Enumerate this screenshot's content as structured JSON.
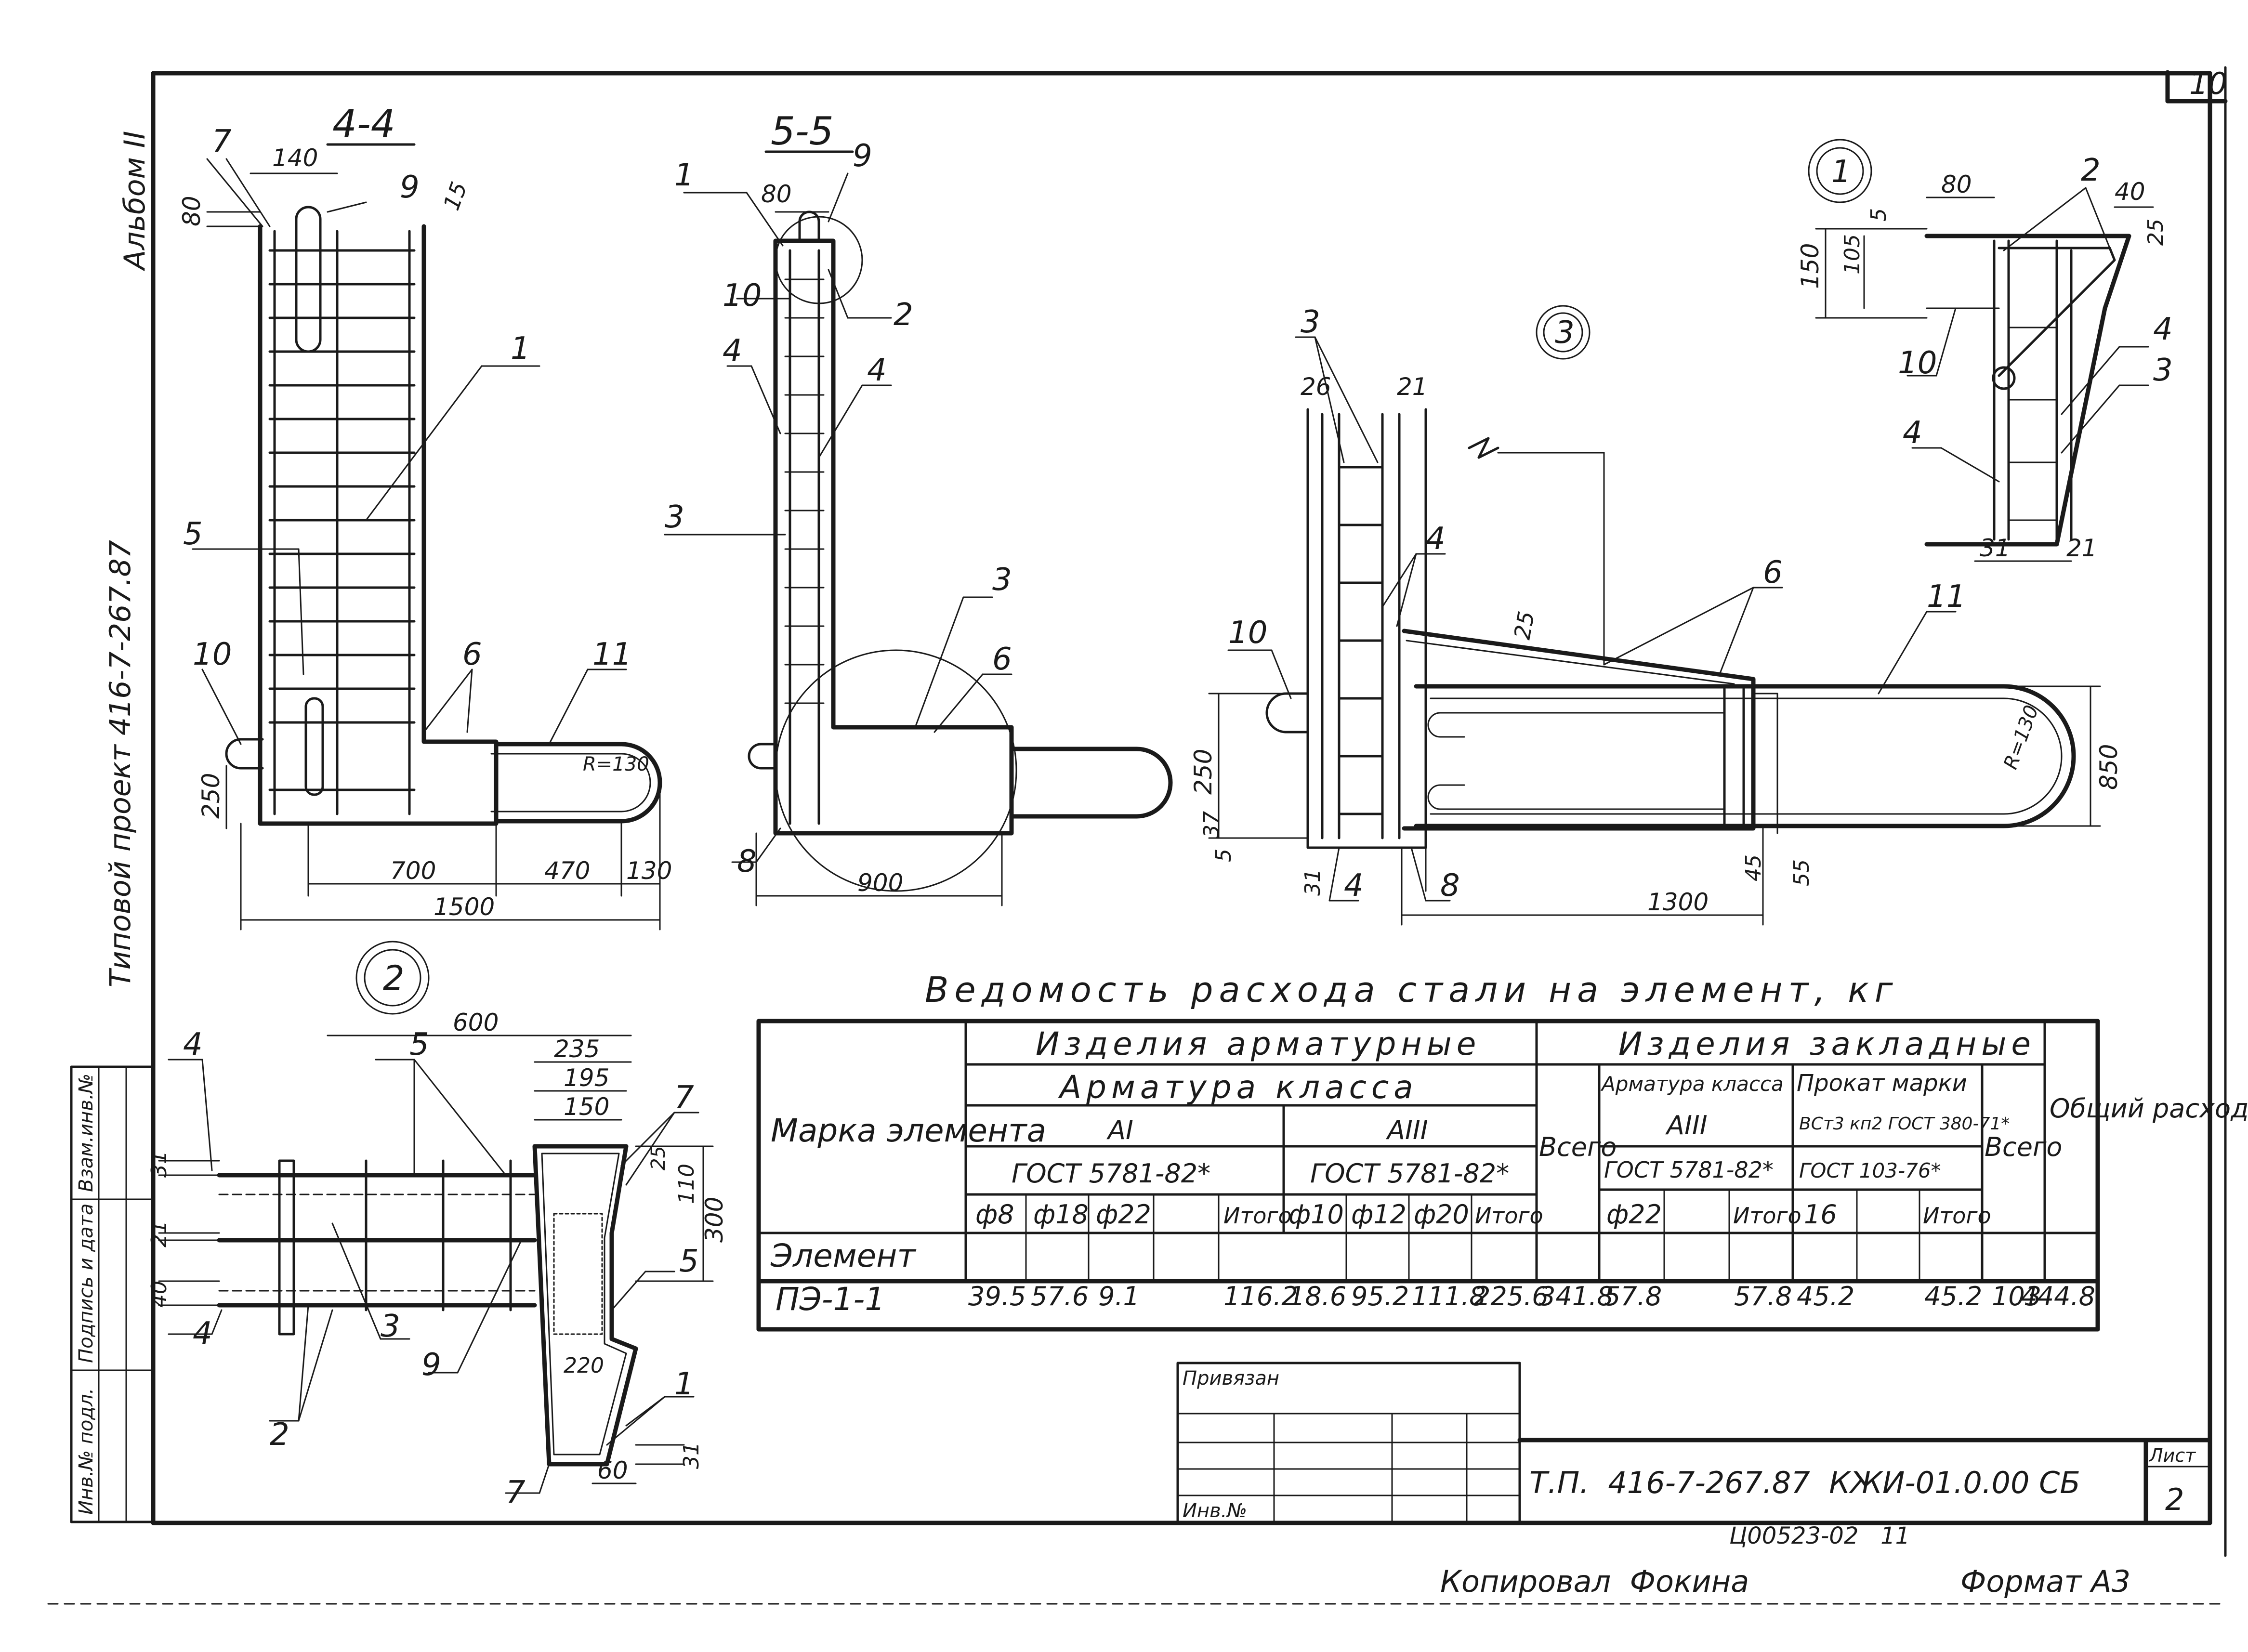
{
  "sheet": {
    "sheet_number": "10",
    "album_note": "Альбом II",
    "project_note": "Типовой проект 416-7-267.87",
    "left_stamp": [
      "Инв.№ подл.",
      "Подпись и дата",
      "Взам.инв.№"
    ]
  },
  "section_4_4": {
    "title": "4-4",
    "dims": [
      "140",
      "80",
      "15",
      "250",
      "700",
      "470",
      "130",
      "1500",
      "R=130"
    ],
    "positions": [
      "7",
      "9",
      "1",
      "5",
      "10",
      "6",
      "11"
    ]
  },
  "section_5_5": {
    "title": "5-5",
    "dims": [
      "80",
      "900"
    ],
    "positions": [
      "1",
      "9",
      "10",
      "2",
      "4",
      "4",
      "3",
      "3",
      "6",
      "8"
    ]
  },
  "detail_1": {
    "callout": "1",
    "dims": [
      "80",
      "40",
      "5",
      "150",
      "105",
      "25",
      "31",
      "21"
    ],
    "positions": [
      "2",
      "10",
      "4",
      "3",
      "4"
    ]
  },
  "detail_2": {
    "callout": "2",
    "dims": [
      "600",
      "235",
      "195",
      "150",
      "31",
      "21",
      "40",
      "110",
      "25",
      "300",
      "220",
      "60",
      "31"
    ],
    "positions": [
      "4",
      "5",
      "7",
      "3",
      "9",
      "5",
      "2",
      "4",
      "1",
      "7"
    ]
  },
  "detail_3": {
    "callout": "3",
    "dims": [
      "26",
      "21",
      "25",
      "250",
      "37",
      "5",
      "31",
      "1300",
      "45",
      "55",
      "850",
      "R=130"
    ],
    "positions": [
      "3",
      "4",
      "10",
      "6",
      "11",
      "4",
      "8"
    ]
  },
  "table": {
    "title": "Ведомость расхода стали на элемент, кг",
    "col_mark": "Марка элемента",
    "group_rebar": "Изделия арматурные",
    "group_embedded": "Изделия закладные",
    "rebar_class": "Арматура класса",
    "class_ai": "АI",
    "class_aiii": "АIII",
    "gost_ai": "ГОСТ 5781-82*",
    "gost_aiii": "ГОСТ 5781-82*",
    "total": "Всего",
    "emb_rebar_class": "Арматура класса",
    "emb_class": "АIII",
    "emb_gost": "ГОСТ 5781-82*",
    "rolled_grade": "Прокат марки",
    "rolled_spec": "ВСт3 кп2 ГОСТ 380-71*",
    "rolled_gost": "ГОСТ 103-76*",
    "total2": "Всего",
    "overall": "Общий расход",
    "sub_ai": [
      "ф8",
      "ф18",
      "ф22",
      "",
      "Итого"
    ],
    "sub_aiii": [
      "ф10",
      "ф12",
      "ф20",
      "Итого"
    ],
    "sub_emb": [
      "ф22",
      "",
      "Итого"
    ],
    "sub_rolled": [
      "16",
      "",
      "Итого"
    ],
    "row_label_1": "Элемент",
    "row_label_2": "ПЭ-1-1",
    "row_ai": [
      "39.5",
      "57.6",
      "9.1",
      "",
      "116.2"
    ],
    "row_aiii": [
      "18.6",
      "95.2",
      "111.8",
      "225.6"
    ],
    "row_total": "341.8",
    "row_emb": [
      "57.8",
      "",
      "57.8"
    ],
    "row_rolled": [
      "45.2",
      "",
      "45.2"
    ],
    "row_total2": "103",
    "row_overall": "444.8"
  },
  "title_block": {
    "attached": "Привязан",
    "inv": "Инв.№",
    "code": "Т.П.  416-7-267.87  КЖИ-01.0.00 СБ",
    "sheet_label": "Лист",
    "sheet_value": "2"
  },
  "footer": {
    "order_no": "Ц00523-02   11",
    "copied": "Копировал  Фокина",
    "format": "Формат А3"
  }
}
